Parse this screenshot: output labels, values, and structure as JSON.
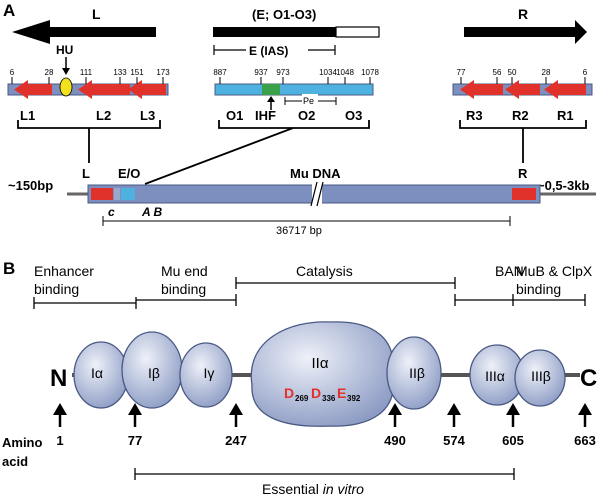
{
  "colors": {
    "red_segment": "#e0322a",
    "blue_segment": "#4fb1e0",
    "green_site": "#3aa14a",
    "yellow_hu": "#f2e21e",
    "domain_fill": "#9aa8cc",
    "dna_bar": "#7d8fbf",
    "black": "#000000"
  },
  "panel_a": {
    "label": "A",
    "left_arrow": "L",
    "middle_bar": "(E; O1-O3)",
    "right_arrow": "R",
    "hu": "HU",
    "enhancer": "E (IAS)",
    "pe": "Pe",
    "ihf": "IHF",
    "left_nums": [
      "6",
      "28",
      "111",
      "133",
      "151",
      "173"
    ],
    "mid_nums": [
      "887",
      "937",
      "973",
      "1034",
      "1048",
      "1078"
    ],
    "right_nums": [
      "77",
      "56",
      "50",
      "28",
      "6"
    ],
    "left_sites": [
      "L1",
      "L2",
      "L3"
    ],
    "mid_sites": [
      "O1",
      "O2",
      "O3"
    ],
    "right_sites": [
      "R3",
      "R2",
      "R1"
    ],
    "genome_L": "L",
    "genome_EO": "E/O",
    "genome_R": "R",
    "mu_dna": "Mu DNA",
    "left_flank": "~150bp",
    "right_flank": "~0,5-3kb",
    "c_label": "c",
    "ab_label": "A B",
    "length": "36717 bp"
  },
  "panel_b": {
    "label": "B",
    "functions": [
      "Enhancer binding",
      "Mu end binding",
      "Catalysis",
      "BAN",
      "MuB & ClpX binding"
    ],
    "domains": [
      "Iα",
      "Iβ",
      "Iγ",
      "IIα",
      "IIβ",
      "IIIα",
      "IIIβ"
    ],
    "catalytic": {
      "d1": "D",
      "s1": "269",
      "d2": "D",
      "s2": "336",
      "e": "E",
      "s3": "392"
    },
    "n_term": "N",
    "c_term": "C",
    "amino_acid_label": "Amino acid",
    "positions": [
      "1",
      "77",
      "247",
      "490",
      "574",
      "605",
      "663"
    ],
    "essential": "Essential ",
    "essential_em": "in vitro"
  }
}
